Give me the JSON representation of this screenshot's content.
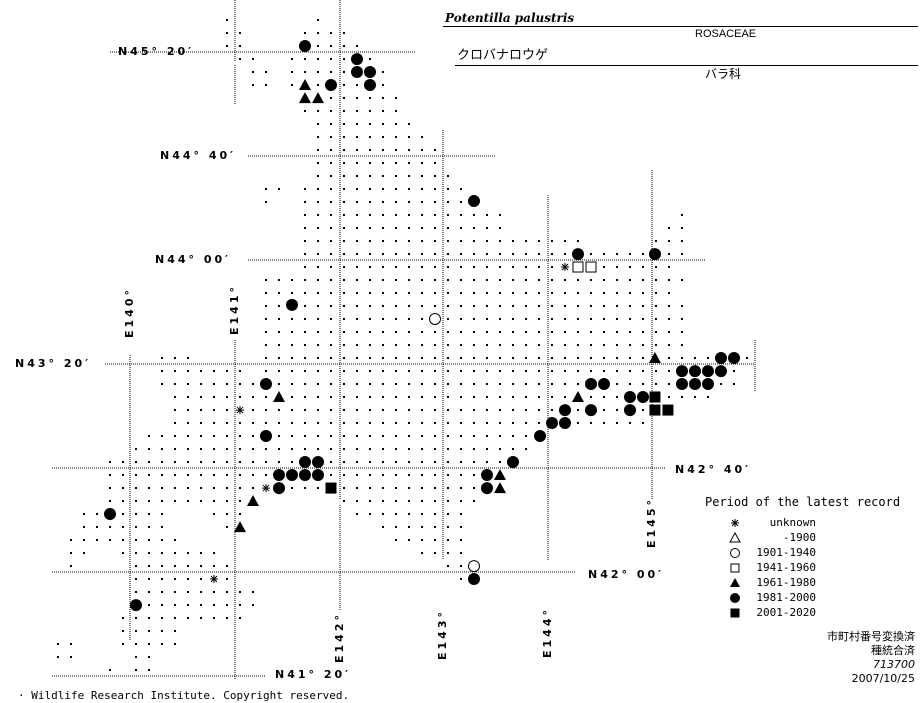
{
  "header": {
    "scientific_name": "Potentilla palustris",
    "family": "ROSACEAE",
    "japanese_name": "クロバナロウゲ",
    "japanese_family": "バラ科"
  },
  "latitude_labels": [
    "N45° 20′",
    "N44° 40′",
    "N44° 00′",
    "N43° 20′",
    "N42° 40′",
    "N42° 00′",
    "N41° 20′"
  ],
  "longitude_labels": [
    "E140°",
    "E141°",
    "E142°",
    "E143°",
    "E144°",
    "E145°"
  ],
  "legend": {
    "title": "Period of the latest record",
    "items": [
      {
        "symbol": "asterisk",
        "label": "unknown"
      },
      {
        "symbol": "open-triangle",
        "label": "-1900"
      },
      {
        "symbol": "open-circle",
        "label": "1901-1940"
      },
      {
        "symbol": "open-square",
        "label": "1941-1960"
      },
      {
        "symbol": "filled-triangle",
        "label": "1961-1980"
      },
      {
        "symbol": "filled-circle",
        "label": "1981-2000"
      },
      {
        "symbol": "filled-square",
        "label": "2001-2020"
      }
    ]
  },
  "footer": {
    "status1": "市町村番号変換済",
    "status2": "種統合済",
    "code": "713700",
    "date": "2007/10/25",
    "copyright": "· Wildlife Research Institute. Copyright reserved."
  },
  "records": [
    {
      "symbol": "filled-circle",
      "points": [
        [
          141.673,
          45.372
        ],
        [
          142.173,
          45.288
        ],
        [
          142.173,
          45.205
        ],
        [
          142.298,
          45.205
        ],
        [
          141.923,
          45.122
        ],
        [
          142.298,
          45.122
        ],
        [
          143.298,
          44.378
        ],
        [
          144.298,
          44.038
        ],
        [
          145.038,
          44.038
        ],
        [
          141.548,
          43.712
        ],
        [
          145.673,
          43.372
        ],
        [
          145.798,
          43.372
        ],
        [
          145.298,
          43.288
        ],
        [
          145.423,
          43.288
        ],
        [
          145.548,
          43.288
        ],
        [
          145.673,
          43.288
        ],
        [
          145.298,
          43.205
        ],
        [
          145.423,
          43.205
        ],
        [
          145.548,
          43.205
        ],
        [
          144.423,
          43.205
        ],
        [
          144.548,
          43.205
        ],
        [
          141.298,
          43.205
        ],
        [
          144.798,
          43.122
        ],
        [
          144.923,
          43.122
        ],
        [
          144.173,
          43.038
        ],
        [
          144.423,
          43.038
        ],
        [
          144.798,
          43.038
        ],
        [
          144.048,
          42.955
        ],
        [
          144.173,
          42.955
        ],
        [
          143.933,
          42.872
        ],
        [
          141.298,
          42.872
        ],
        [
          141.673,
          42.705
        ],
        [
          141.798,
          42.705
        ],
        [
          143.673,
          42.705
        ],
        [
          141.423,
          42.622
        ],
        [
          141.548,
          42.622
        ],
        [
          141.673,
          42.622
        ],
        [
          141.798,
          42.622
        ],
        [
          143.423,
          42.622
        ],
        [
          141.423,
          42.538
        ],
        [
          143.423,
          42.538
        ],
        [
          139.798,
          42.372
        ],
        [
          143.298,
          41.955
        ],
        [
          140.048,
          41.788
        ]
      ]
    },
    {
      "symbol": "filled-triangle",
      "points": [
        [
          141.673,
          45.122
        ],
        [
          141.673,
          45.038
        ],
        [
          141.798,
          45.038
        ],
        [
          145.038,
          43.372
        ],
        [
          141.423,
          43.122
        ],
        [
          144.298,
          43.122
        ],
        [
          143.548,
          42.622
        ],
        [
          143.548,
          42.538
        ],
        [
          141.173,
          42.455
        ],
        [
          141.048,
          42.288
        ]
      ]
    },
    {
      "symbol": "open-circle",
      "points": [
        [
          142.923,
          43.622
        ],
        [
          143.298,
          42.038
        ]
      ]
    },
    {
      "symbol": "open-square",
      "points": [
        [
          144.298,
          43.955
        ],
        [
          144.423,
          43.955
        ]
      ]
    },
    {
      "symbol": "filled-square",
      "points": [
        [
          145.038,
          43.122
        ],
        [
          145.038,
          43.038
        ],
        [
          145.163,
          43.038
        ],
        [
          141.923,
          42.538
        ]
      ]
    },
    {
      "symbol": "asterisk",
      "points": [
        [
          144.173,
          43.955
        ],
        [
          141.048,
          43.038
        ],
        [
          141.298,
          42.538
        ],
        [
          140.798,
          41.955
        ]
      ]
    }
  ]
}
